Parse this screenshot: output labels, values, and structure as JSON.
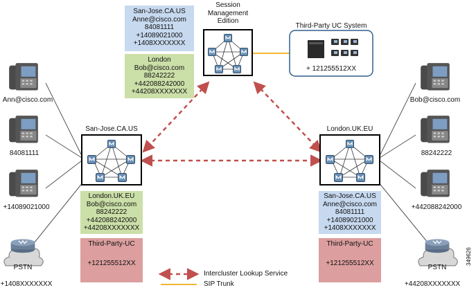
{
  "sme": {
    "title_lines": [
      "Session",
      "Management",
      "Edition"
    ]
  },
  "third_party_system": {
    "title": "Third-Party UC System",
    "number": "+ 121255512XX"
  },
  "top_blue": {
    "lines": [
      "San-Jose.CA.US",
      "Anne@cisco.com",
      "84081111",
      "+14089021000",
      "+1408XXXXXXX"
    ]
  },
  "top_green": {
    "lines": [
      "London",
      "Bob@cisco.com",
      "88242222",
      "+442088242000",
      "+44208XXXXXXX"
    ]
  },
  "left_cluster": {
    "title": "San-Jose.CA.US",
    "green_lines": [
      "London.UK.EU",
      "Bob@cisco.com",
      "88242222",
      "+442088242000",
      "+44208XXXXXXX"
    ],
    "red_title": "Third-Party-UC",
    "red_number": "+121255512XX"
  },
  "right_cluster": {
    "title": "London.UK.EU",
    "blue_lines": [
      "San-Jose.CA.US",
      "Anne@cisco.com",
      "84081111",
      "+14089021000",
      "+1408XXXXXXX"
    ],
    "red_title": "Third-Party-UC",
    "red_number": "+121255512XX"
  },
  "left_phones": [
    "Ann@cisco.com",
    "84081111",
    "+14089021000"
  ],
  "right_phones": [
    "Bob@cisco.com",
    "88242222",
    "+442088242000"
  ],
  "left_pstn": {
    "label": "PSTN",
    "number": "+1408XXXXXXX"
  },
  "right_pstn": {
    "label": "PSTN",
    "number": "+44208XXXXXXX"
  },
  "legend": {
    "intercluster": "Intercluster Lookup Service",
    "sip": "SIP Trunk"
  },
  "figure_id": "349626",
  "colors": {
    "dashed": "#c0504d",
    "sip": "#f2b632",
    "blue": "#c7d9ef",
    "green": "#cbdfa8",
    "red": "#dc9e9e",
    "third_party_border": "#2f5f8a"
  }
}
